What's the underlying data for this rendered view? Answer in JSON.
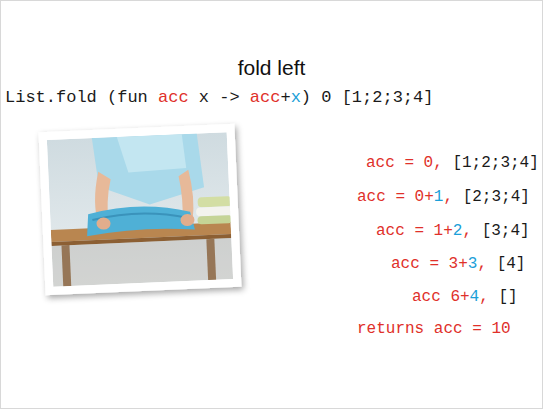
{
  "diagram": {
    "title": "fold left",
    "labels": [
      "List.fold (fun",
      "acc",
      "x ->",
      "acc",
      "+",
      "x",
      ") 0 [1;2;3;4]",
      "acc = 0,",
      "[1;2;3;4]",
      "acc = 0+",
      "1",
      ",",
      "[2;3;4]",
      "acc = 1+",
      "2",
      ",",
      "[3;4]",
      "acc = 3+",
      "3",
      ",",
      "[4]",
      "acc 6+",
      "4",
      ",",
      "[]",
      "returns acc = 10"
    ]
  }
}
